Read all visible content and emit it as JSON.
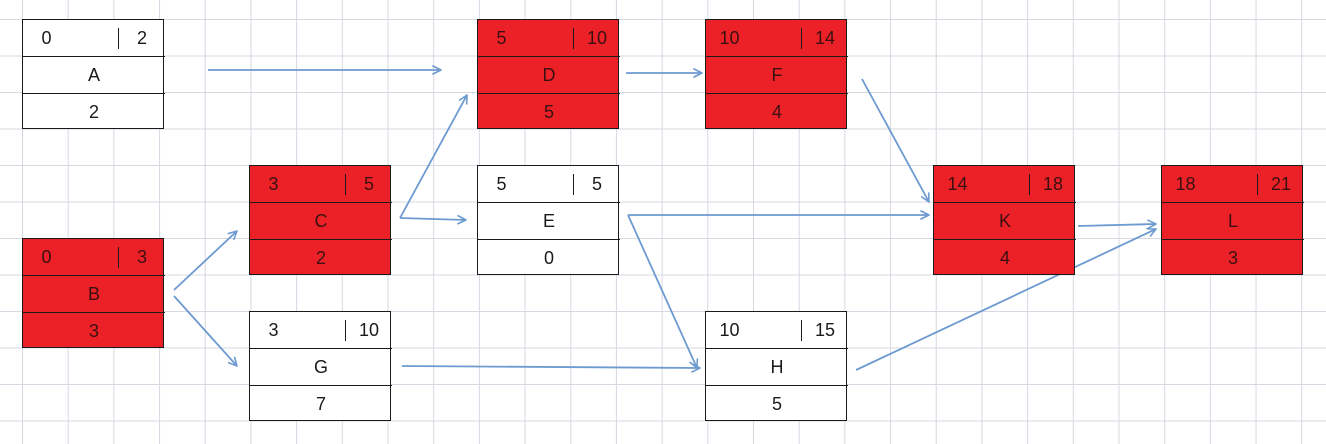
{
  "colors": {
    "critical_fill": "#ec2128",
    "normal_fill": "#ffffff",
    "border": "#1a1a1a",
    "arrow": "#6d9ad0",
    "grid": "#d6d8e2"
  },
  "nodes": [
    {
      "id": "A",
      "name": "A",
      "start": "0",
      "finish": "2",
      "duration": "2",
      "critical": false
    },
    {
      "id": "B",
      "name": "B",
      "start": "0",
      "finish": "3",
      "duration": "3",
      "critical": true
    },
    {
      "id": "C",
      "name": "C",
      "start": "3",
      "finish": "5",
      "duration": "2",
      "critical": true
    },
    {
      "id": "D",
      "name": "D",
      "start": "5",
      "finish": "10",
      "duration": "5",
      "critical": true
    },
    {
      "id": "E",
      "name": "E",
      "start": "5",
      "finish": "5",
      "duration": "0",
      "critical": false
    },
    {
      "id": "F",
      "name": "F",
      "start": "10",
      "finish": "14",
      "duration": "4",
      "critical": true
    },
    {
      "id": "G",
      "name": "G",
      "start": "3",
      "finish": "10",
      "duration": "7",
      "critical": false
    },
    {
      "id": "H",
      "name": "H",
      "start": "10",
      "finish": "15",
      "duration": "5",
      "critical": false
    },
    {
      "id": "K",
      "name": "K",
      "start": "14",
      "finish": "18",
      "duration": "4",
      "critical": true
    },
    {
      "id": "L",
      "name": "L",
      "start": "18",
      "finish": "21",
      "duration": "3",
      "critical": true
    }
  ],
  "edges": [
    {
      "from": "A",
      "to": "D"
    },
    {
      "from": "B",
      "to": "C"
    },
    {
      "from": "B",
      "to": "G"
    },
    {
      "from": "C",
      "to": "D"
    },
    {
      "from": "C",
      "to": "E"
    },
    {
      "from": "D",
      "to": "F"
    },
    {
      "from": "F",
      "to": "K"
    },
    {
      "from": "E",
      "to": "K"
    },
    {
      "from": "E",
      "to": "H"
    },
    {
      "from": "G",
      "to": "H"
    },
    {
      "from": "K",
      "to": "L"
    },
    {
      "from": "H",
      "to": "L"
    }
  ]
}
